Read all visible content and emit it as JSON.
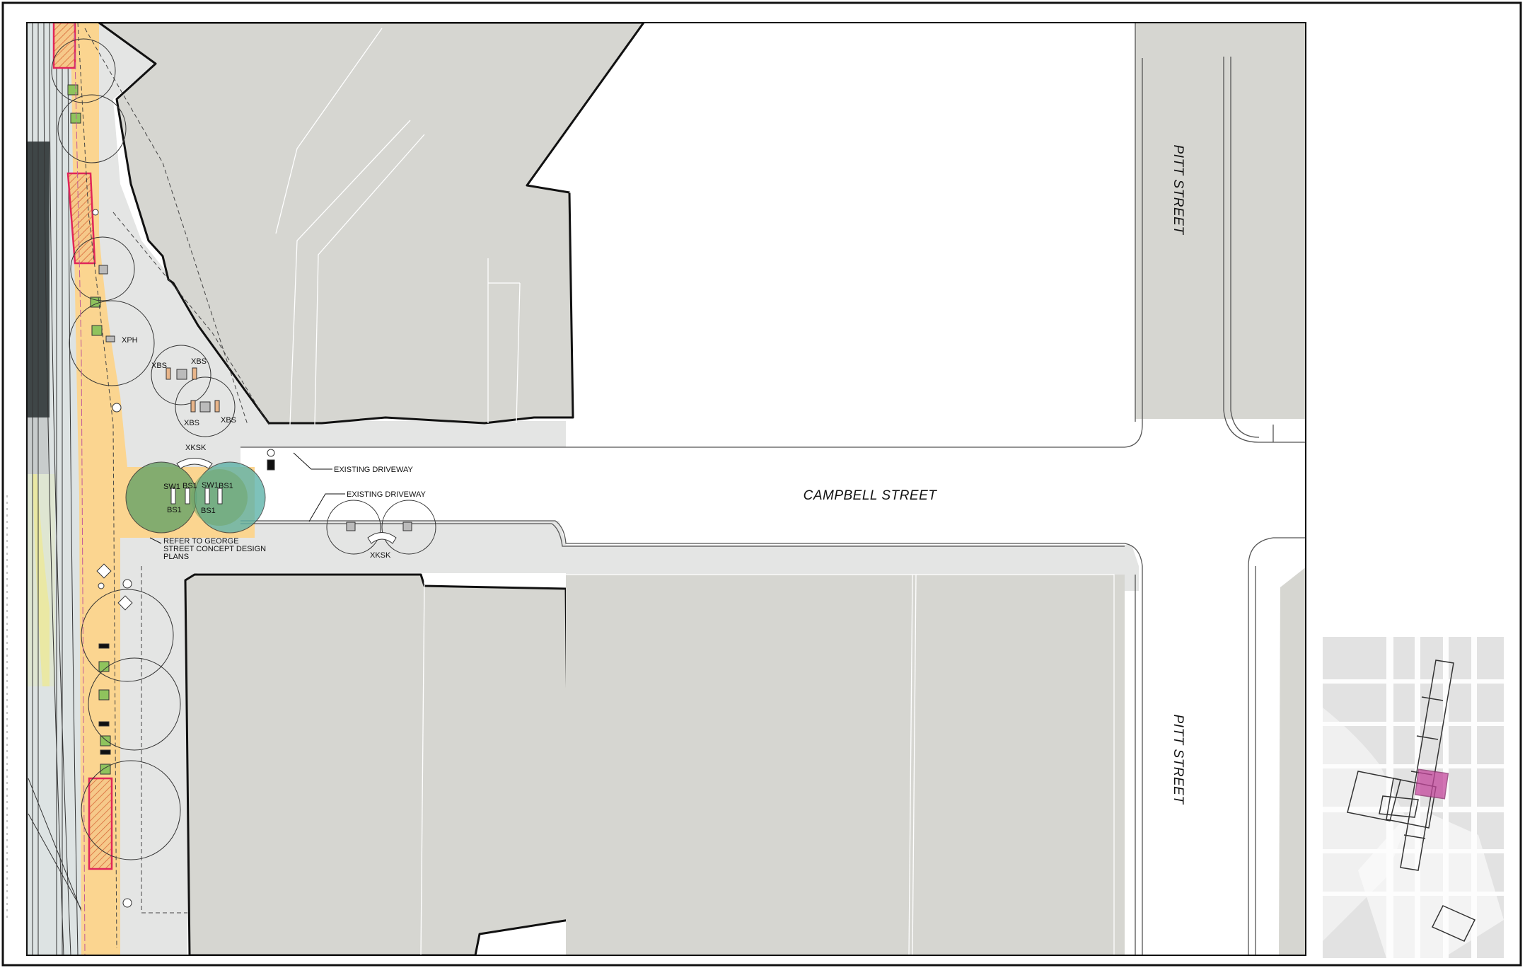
{
  "streets": {
    "campbell": "CAMPBELL STREET",
    "pitt_upper": "PITT STREET",
    "pitt_lower": "PITT STREET"
  },
  "annotations": {
    "driveway_upper": "EXISTING DRIVEWAY",
    "driveway_lower": "EXISTING DRIVEWAY",
    "refer_line1": "REFER TO GEORGE",
    "refer_line2": "STREET CONCEPT DESIGN",
    "refer_line3": "PLANS"
  },
  "furniture_codes": {
    "xph": "XPH",
    "xbs_1": "XBS",
    "xbs_2": "XBS",
    "xbs_3": "XBS",
    "xbs_4": "XBS",
    "xksk_upper": "XKSK",
    "xksk_lower": "XKSK",
    "sw1_left": "SW1",
    "sw1_right": "SW1",
    "bs1_1": "BS1",
    "bs1_2": "BS1",
    "bs1_3": "BS1",
    "bs1_4": "BS1"
  },
  "colors": {
    "building": "#d6d6d1",
    "footpath": "#e4e5e4",
    "road": "#ffffff",
    "light_rail_zone": "#fbd590",
    "planting": "#8fc35d",
    "tree_canopy": "#6fa56a",
    "tree_canopy_teal": "#5fb3a9",
    "hatch_box": "#e0265a",
    "key_highlight": "#c4479c"
  }
}
